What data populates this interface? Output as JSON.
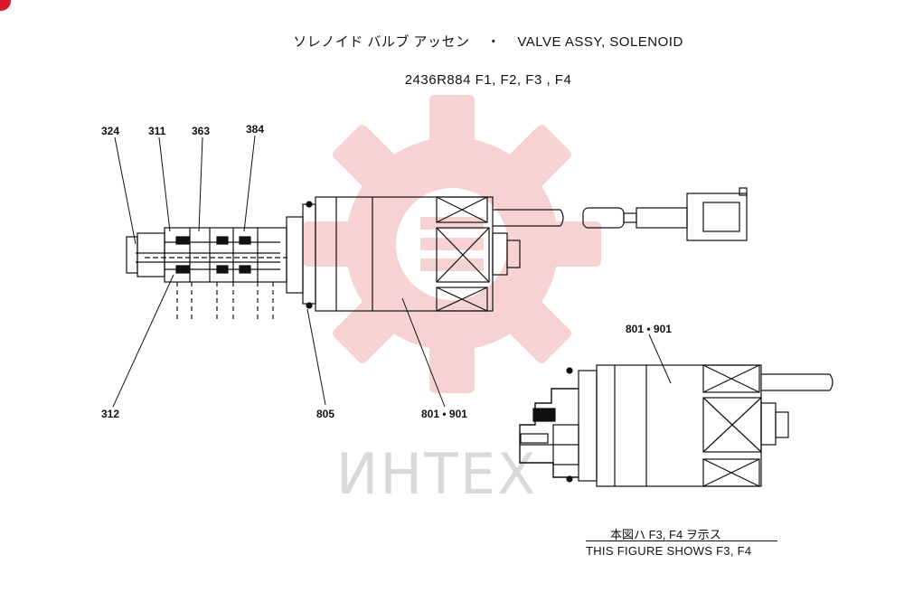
{
  "header": {
    "title_jp": "ソレノイド バルブ アッセン",
    "separator": "・",
    "title_en": "VALVE ASSY, SOLENOID",
    "part_number": "2436R884 F1, F2, F3 , F4"
  },
  "watermark": {
    "text": "ИНТЕХ",
    "color": "#f3c9c9"
  },
  "callouts": {
    "c324": "324",
    "c311": "311",
    "c363": "363",
    "c384": "384",
    "c312": "312",
    "c805": "805",
    "c801_main": "801 • 901",
    "c801_detail": "801 • 901"
  },
  "note": {
    "jp": "本図ハ F3, F4 ヲ示ス",
    "en": "THIS  FIGURE SHOWS  F3, F4"
  },
  "colors": {
    "badge": "#d8182a",
    "line": "#111111"
  }
}
